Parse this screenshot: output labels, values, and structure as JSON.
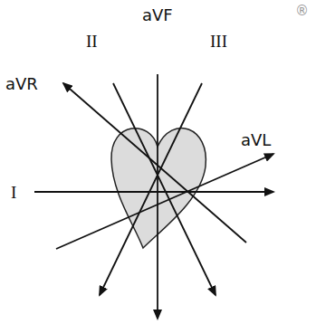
{
  "diagram": {
    "labels": [
      "aVF",
      "II",
      "III",
      "aVR",
      "aVL",
      "I",
      "®"
    ]
  }
}
